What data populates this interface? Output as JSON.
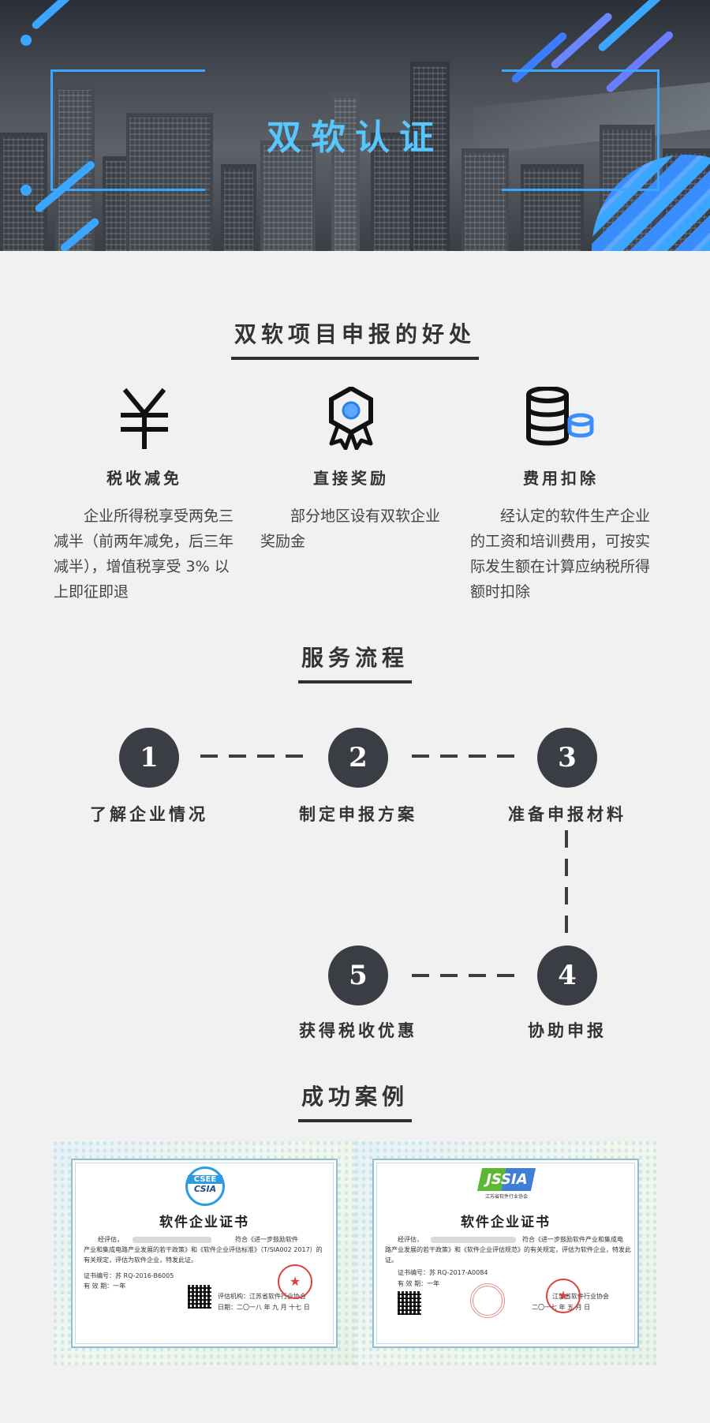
{
  "hero": {
    "title": "双软认证"
  },
  "colors": {
    "accent": "#3aa6ff",
    "dark": "#3a3d44",
    "bg": "#f1f1f1"
  },
  "benefits_section": {
    "title": "双软项目申报的好处",
    "items": [
      {
        "icon": "yen-icon",
        "title": "税收减免",
        "desc": "企业所得税享受两免三减半（前两年减免，后三年减半），增值税享受 3% 以上即征即退"
      },
      {
        "icon": "award-badge-icon",
        "title": "直接奖励",
        "desc": "部分地区设有双软企业奖励金"
      },
      {
        "icon": "database-coins-icon",
        "title": "费用扣除",
        "desc": "经认定的软件生产企业的工资和培训费用，可按实际发生额在计算应纳税所得额时扣除"
      }
    ]
  },
  "process_section": {
    "title": "服务流程",
    "steps": [
      {
        "num": "1",
        "label": "了解企业情况"
      },
      {
        "num": "2",
        "label": "制定申报方案"
      },
      {
        "num": "3",
        "label": "准备申报材料"
      },
      {
        "num": "4",
        "label": "协助申报"
      },
      {
        "num": "5",
        "label": "获得税收优惠"
      }
    ]
  },
  "cases_section": {
    "title": "成功案例",
    "certificates": [
      {
        "logo": "CSEE",
        "logo_sub": "CSIA",
        "title": "软件企业证书",
        "line_eval": "经评估，",
        "line_conform": "符合《进一步鼓励软件",
        "line_2": "产业和集成电路产业发展的若干政策》和《软件企业评估标准》（T/SIA002  2017）的",
        "line_3": "有关规定，评估为软件企业，特发此证。",
        "cert_no_label": "证书编号：",
        "cert_no": "苏 RQ-2016-B6005",
        "valid_label": "有 效 期：",
        "valid": "一年",
        "org_label": "评估机构：",
        "org": "江苏省软件行业协会",
        "date_label": "日期：",
        "date": "二〇一八 年    九   月 十七   日"
      },
      {
        "logo": "JSSIA",
        "logo_sub": "江苏省软件行业协会",
        "title": "软件企业证书",
        "line_eval": "经评估，",
        "line_conform": "符合《进一步鼓励软件产业和集成电",
        "line_2": "路产业发展的若干政策》和《软件企业评估规范》的有关规定，评估为软件企业，特发此证。",
        "cert_no_label": "证书编号：",
        "cert_no": "苏 RQ-2017-A0084",
        "valid_label": "有 效 期：",
        "valid": "一年",
        "org": "江苏省软件行业协会",
        "date": "二〇一七 年   五   月       日"
      }
    ]
  }
}
